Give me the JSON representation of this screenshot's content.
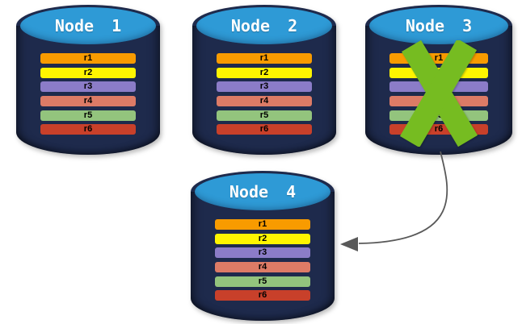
{
  "diagram": {
    "background": "#FFFFFF",
    "nodes": [
      {
        "label": "Node 1",
        "status": "active"
      },
      {
        "label": "Node 2",
        "status": "active"
      },
      {
        "label": "Node 3",
        "status": "failed"
      },
      {
        "label": "Node 4",
        "status": "active"
      }
    ],
    "records": [
      {
        "label": "r1",
        "color": "#F89B00"
      },
      {
        "label": "r2",
        "color": "#FFF500"
      },
      {
        "label": "r3",
        "color": "#8B7CC8"
      },
      {
        "label": "r4",
        "color": "#DD7B66"
      },
      {
        "label": "r5",
        "color": "#93C47D"
      },
      {
        "label": "r6",
        "color": "#C8402A"
      }
    ],
    "palette": {
      "cylinder_body": "#1E2A4C",
      "cylinder_top": "#2E9AD6",
      "node_title_color": "#FFFFFF",
      "record_label_color": "#000000",
      "failure_x": "#76BC21",
      "arrow": "#595959"
    },
    "annotations": {
      "failed_node": "Node 3",
      "arrow_from": "Node 3",
      "arrow_to": "Node 4"
    }
  }
}
